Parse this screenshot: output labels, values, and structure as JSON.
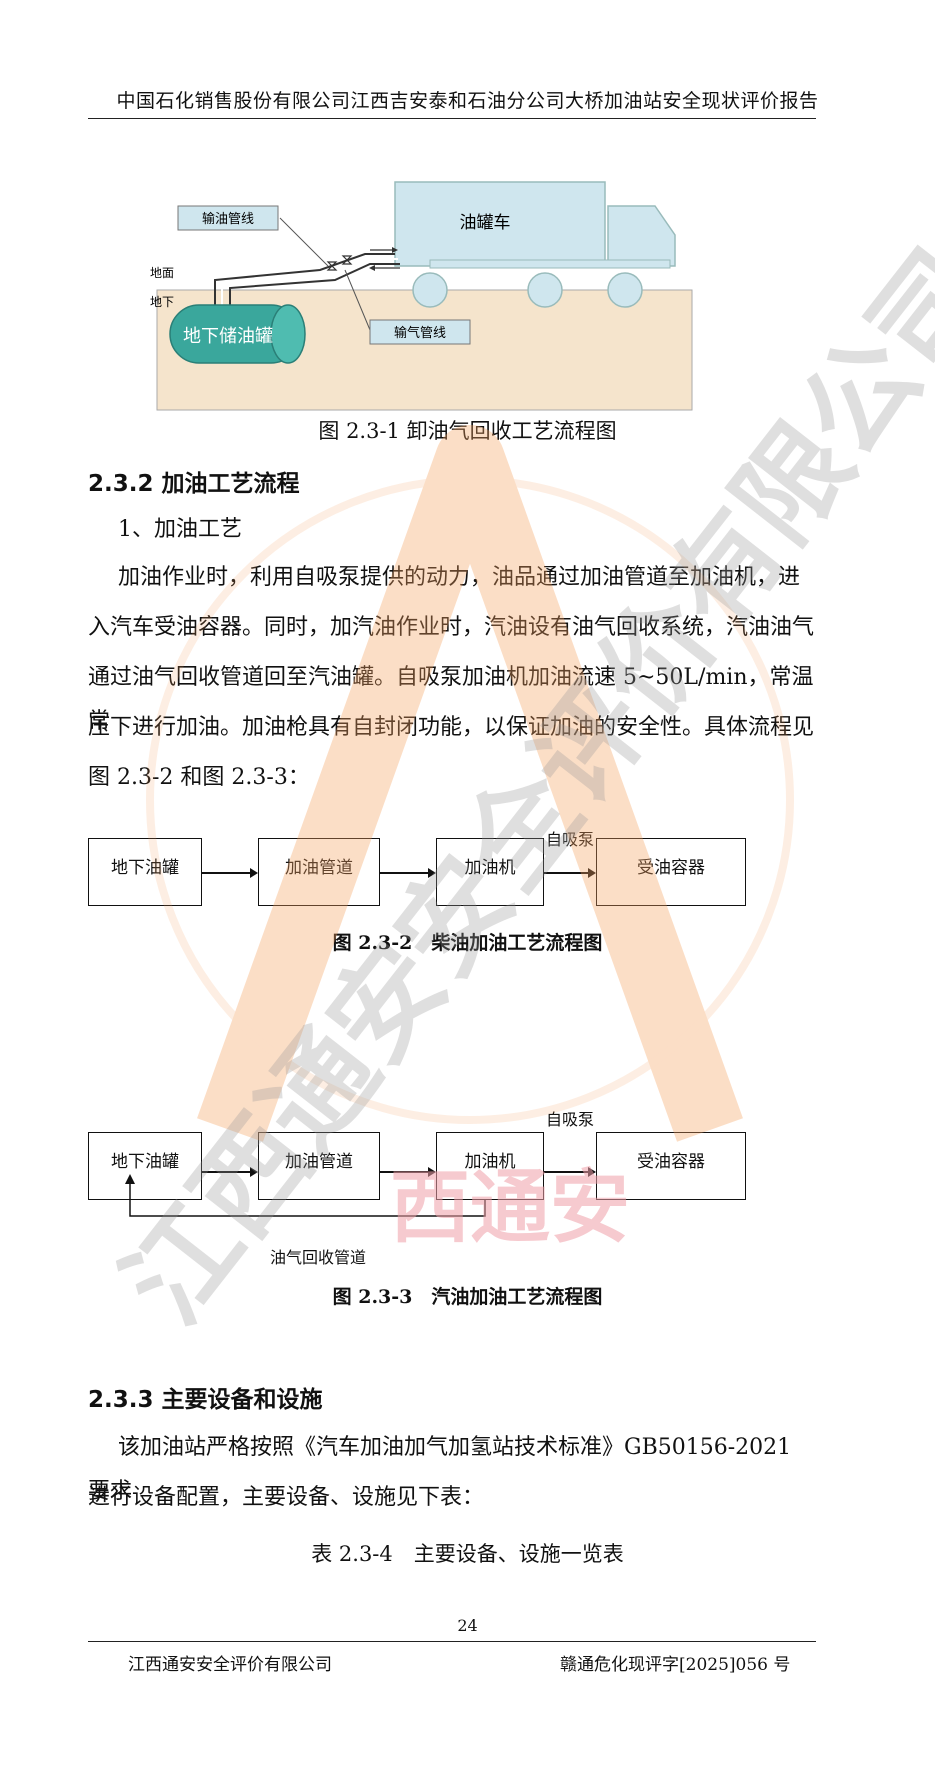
{
  "header": {
    "title": "中国石化销售股份有限公司江西吉安泰和石油分公司大桥加油站安全现状评价报告"
  },
  "fig1": {
    "tanker": "油罐车",
    "ground": "地面",
    "underground": "地下",
    "tank": "地下储油罐",
    "oil_pipe": "输油管线",
    "vapor_pipe": "输气管线",
    "caption": "图 2.3-1 卸油气回收工艺流程图"
  },
  "section": {
    "title": "2.3.2 加油工艺流程",
    "sub": "1、加油工艺",
    "para": [
      "加油作业时，利用自吸泵提供的动力，油品通过加油管道至加油机，进",
      "入汽车受油容器。同时，加汽油作业时，汽油设有油气回收系统，汽油油气",
      "通过油气回收管道回至汽油罐。自吸泵加油机加油流速 5~50L/min，常温常",
      "压下进行加油。加油枪具有自封闭功能，以保证加油的安全性。具体流程见",
      "图 2.3-2 和图 2.3-3："
    ]
  },
  "flow2": {
    "boxes": [
      "地下油罐",
      "加油管道",
      "加油机",
      "受油容器"
    ],
    "pump": "自吸泵",
    "caption": "图 2.3-2　柴油加油工艺流程图"
  },
  "flow3": {
    "boxes": [
      "地下油罐",
      "加油管道",
      "加油机",
      "受油容器"
    ],
    "pump": "自吸泵",
    "return": "油气回收管道",
    "caption": "图 2.3-3　汽油加油工艺流程图"
  },
  "section2": {
    "title": "2.3.3 主要设备和设施",
    "para": [
      "该加油站严格按照《汽车加油加气加氢站技术标准》GB50156-2021 要求",
      "进行设备配置，主要设备、设施见下表："
    ],
    "table_caption": "表 2.3-4　主要设备、设施一览表"
  },
  "footer": {
    "page": "24",
    "company": "江西通安安全评价有限公司",
    "doc_no": "赣通危化现评字[2025]056 号"
  },
  "watermark": {
    "main": "江西通安安全评价有限公司",
    "center": "西通安"
  },
  "colors": {
    "tanker": "#cfe6ee",
    "tank": "#3aa79c",
    "ground": "#f5e4cc",
    "watermark_orange": "#f6a25f",
    "watermark_red": "#f0a0a8"
  }
}
